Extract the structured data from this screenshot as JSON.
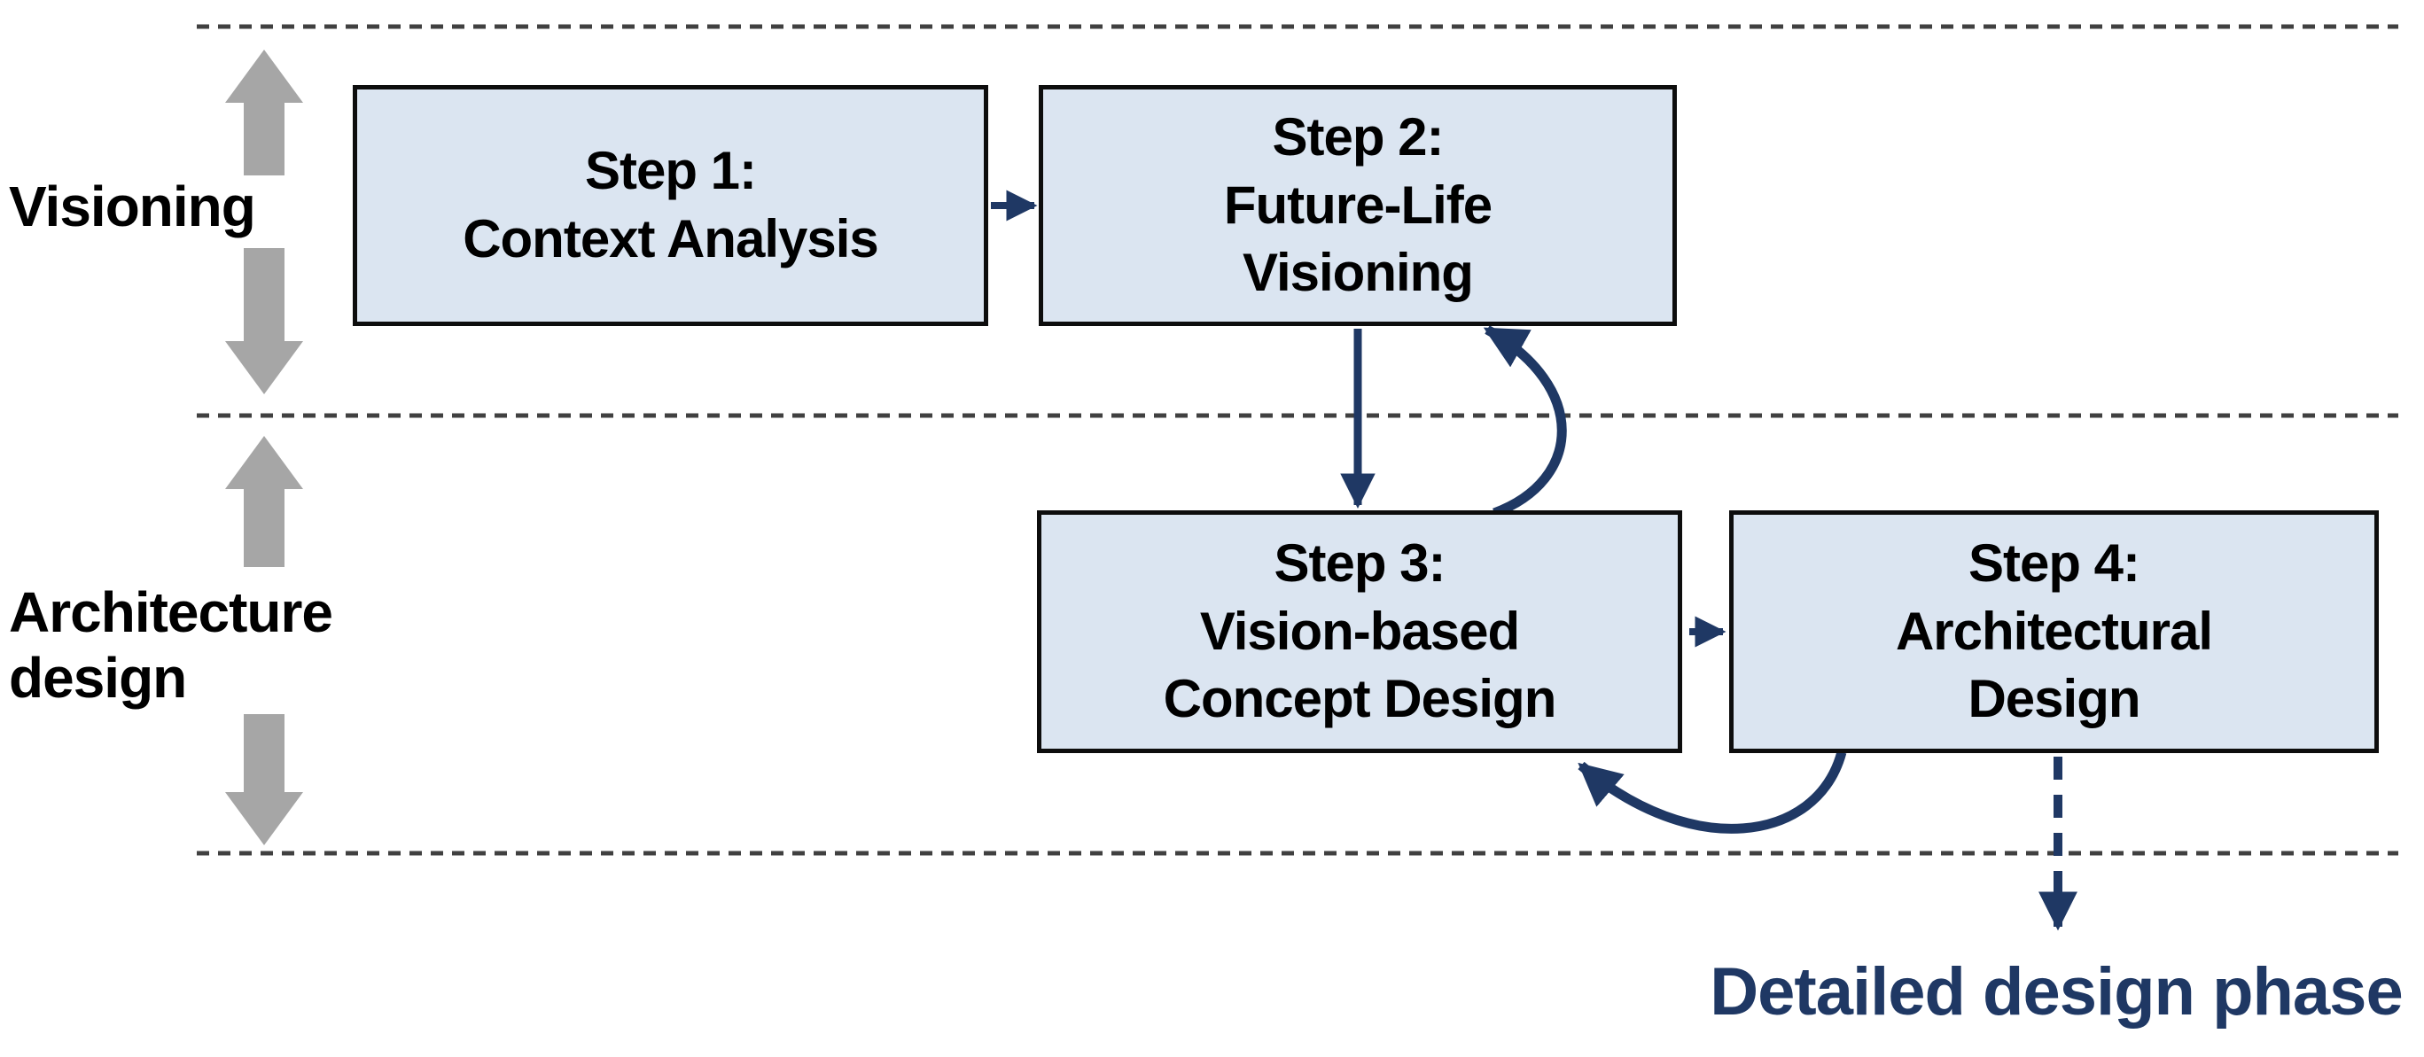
{
  "diagram": {
    "colors": {
      "background": "#ffffff",
      "box_fill": "#dbe5f1",
      "box_border": "#0d0d0d",
      "step_text": "#000000",
      "flow_arrow": "#1f3864",
      "phase_arrow": "#a6a6a6",
      "divider": "#404040",
      "outcome_text": "#1f3864"
    },
    "phases": [
      {
        "label": "Visioning"
      },
      {
        "label": "Architecture\ndesign"
      }
    ],
    "steps": [
      {
        "label": "Step 1:\nContext Analysis"
      },
      {
        "label": "Step 2:\nFuture-Life\nVisioning"
      },
      {
        "label": "Step 3:\nVision-based\nConcept Design"
      },
      {
        "label": "Step 4:\nArchitectural\nDesign"
      }
    ],
    "outcome_label": "Detailed design phase"
  }
}
